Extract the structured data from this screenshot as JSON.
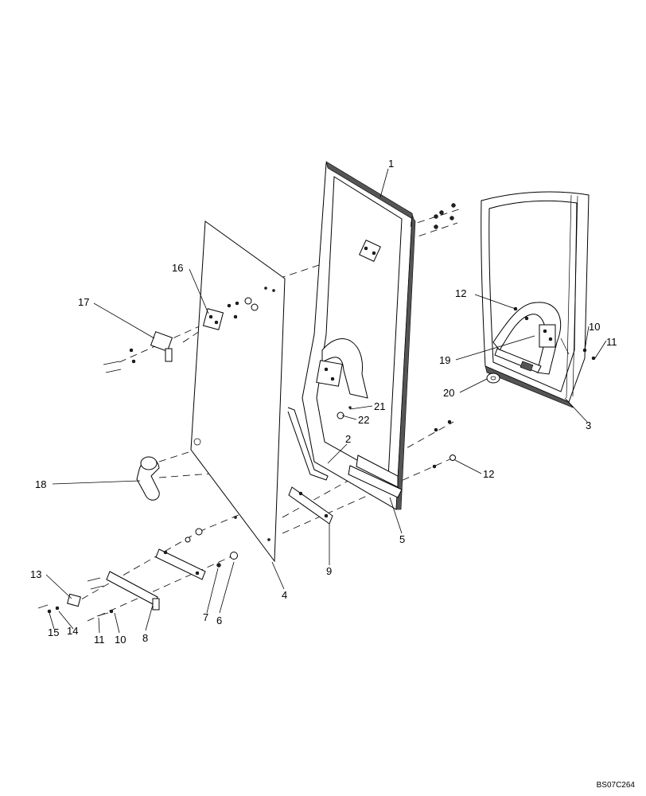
{
  "diagram": {
    "reference_code": "BS07C264",
    "callouts": [
      {
        "id": "c1",
        "label": "1"
      },
      {
        "id": "c2",
        "label": "2"
      },
      {
        "id": "c3",
        "label": "3"
      },
      {
        "id": "c4",
        "label": "4"
      },
      {
        "id": "c5",
        "label": "5"
      },
      {
        "id": "c6",
        "label": "6"
      },
      {
        "id": "c7",
        "label": "7"
      },
      {
        "id": "c8",
        "label": "8"
      },
      {
        "id": "c9",
        "label": "9"
      },
      {
        "id": "c10a",
        "label": "10"
      },
      {
        "id": "c10b",
        "label": "10"
      },
      {
        "id": "c11a",
        "label": "11"
      },
      {
        "id": "c11b",
        "label": "11"
      },
      {
        "id": "c12a",
        "label": "12"
      },
      {
        "id": "c12b",
        "label": "12"
      },
      {
        "id": "c13",
        "label": "13"
      },
      {
        "id": "c14",
        "label": "14"
      },
      {
        "id": "c15",
        "label": "15"
      },
      {
        "id": "c16",
        "label": "16"
      },
      {
        "id": "c17",
        "label": "17"
      },
      {
        "id": "c18",
        "label": "18"
      },
      {
        "id": "c19",
        "label": "19"
      },
      {
        "id": "c20",
        "label": "20"
      },
      {
        "id": "c21",
        "label": "21"
      },
      {
        "id": "c22",
        "label": "22"
      }
    ]
  }
}
